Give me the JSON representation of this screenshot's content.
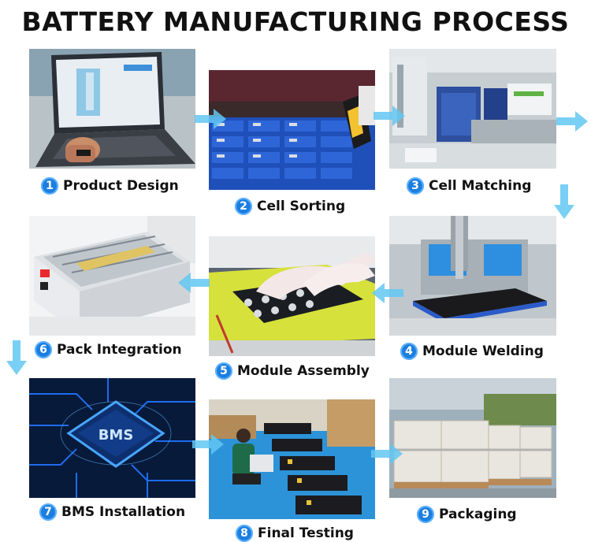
{
  "title": "BATTERY MANUFACTURING PROCESS",
  "accent": "#1c7fe0",
  "arrow_color": "#4fc3f7",
  "steps": [
    {
      "num": "1",
      "label": "Product Design",
      "image": "laptop-cad-design"
    },
    {
      "num": "2",
      "label": "Cell Sorting",
      "image": "barcode-scanning-cells"
    },
    {
      "num": "3",
      "label": "Cell Matching",
      "image": "matching-machine"
    },
    {
      "num": "4",
      "label": "Module Welding",
      "image": "laser-welding-station"
    },
    {
      "num": "5",
      "label": "Module Assembly",
      "image": "gloved-hands-assembly"
    },
    {
      "num": "6",
      "label": "Pack Integration",
      "image": "battery-pack-enclosure"
    },
    {
      "num": "7",
      "label": "BMS Installation",
      "image": "bms-chip"
    },
    {
      "num": "8",
      "label": "Final Testing",
      "image": "testing-floor"
    },
    {
      "num": "9",
      "label": "Packaging",
      "image": "palletized-boxes"
    }
  ]
}
